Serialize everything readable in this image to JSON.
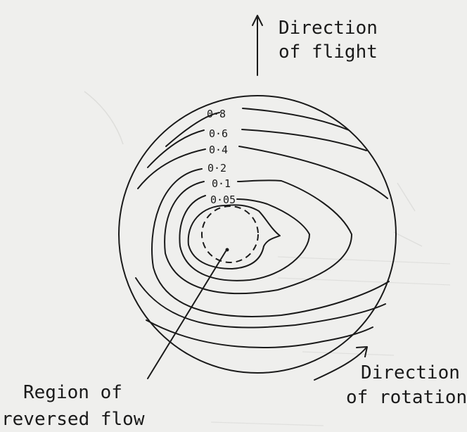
{
  "labels": {
    "direction_of_flight": [
      "Direction",
      "of flight"
    ],
    "direction_of_rotation": [
      "Direction",
      "of rotation"
    ],
    "region_of_reversed_flow": [
      "Region of",
      "reversed flow"
    ]
  },
  "contours": [
    "0·8",
    "0·6",
    "0·4",
    "0·2",
    "0·1",
    "0·05"
  ],
  "colors": {
    "ink": "#1a1a1a",
    "paper": "#efefed"
  }
}
